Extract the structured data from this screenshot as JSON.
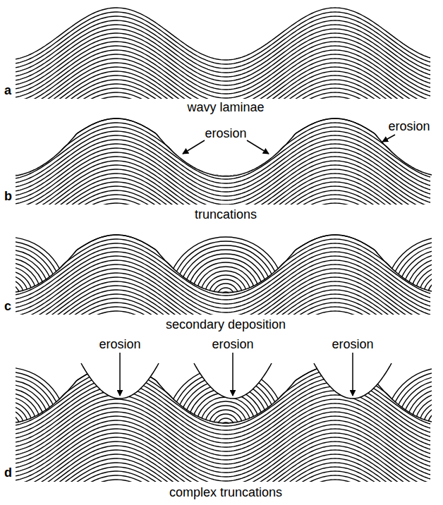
{
  "diagram": {
    "labels": [
      "a",
      "wavy laminae",
      "erosion",
      "erosion",
      "b",
      "truncations",
      "c",
      "secondary deposition",
      "erosion",
      "erosion",
      "erosion",
      "d",
      "complex truncations"
    ]
  }
}
